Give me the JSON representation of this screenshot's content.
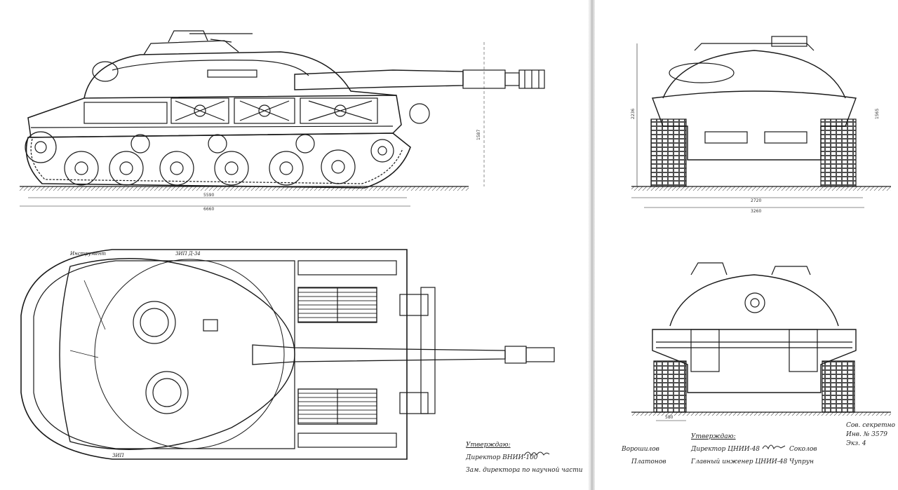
{
  "dimensions": {
    "side_length_hull": "5590",
    "side_length_total": "6660",
    "side_height": "1587",
    "front_track_width": "2720",
    "front_hull_width": "3260",
    "front_height": "2236",
    "front_side_height": "1565",
    "rear_track": "580"
  },
  "top_labels": {
    "instrument": "Инструмент",
    "zip": "ЗИП Д-34",
    "zip_bottom": "ЗИП"
  },
  "approvals_left": {
    "heading": "Утверждаю:",
    "line1": "Директор ВНИИ-100",
    "line2": "Зам. директора по научной части"
  },
  "approvals_right": {
    "secret": "Сов. секретно",
    "number": "Инв. № 3579",
    "copy": "Экз. 4",
    "heading": "Утверждаю:",
    "name1": "Ворошилов",
    "name2": "Платонов",
    "line1": "Директор ЦНИИ-48",
    "line2": "Главный инженер ЦНИИ-48",
    "name3": "Соколов",
    "name4": "Чупрун"
  },
  "colors": {
    "ink": "#1a1a1a",
    "paper": "#ffffff",
    "hatch": "#555555"
  }
}
